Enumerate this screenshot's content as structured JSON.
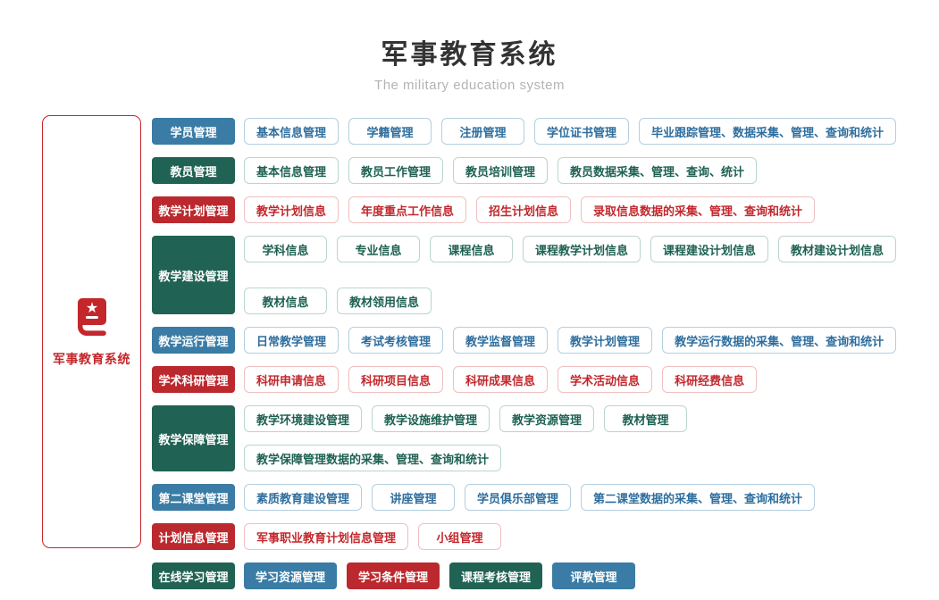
{
  "header": {
    "title": "军事教育系统",
    "subtitle": "The military education system"
  },
  "sidebar": {
    "label": "军事教育系统",
    "icon": "book-star-icon"
  },
  "colors": {
    "blue": "#3a7ca5",
    "green": "#206253",
    "red": "#bb292e",
    "accent_red": "#c3272b"
  },
  "rows": [
    {
      "category": "学员管理",
      "theme": "blue",
      "items": [
        "基本信息管理",
        "学籍管理",
        "注册管理",
        "学位证书管理",
        "毕业跟踪管理、数据采集、管理、查询和统计"
      ]
    },
    {
      "category": "教员管理",
      "theme": "green",
      "items": [
        "基本信息管理",
        "教员工作管理",
        "教员培训管理",
        "教员数据采集、管理、查询、统计"
      ]
    },
    {
      "category": "教学计划管理",
      "theme": "red",
      "items": [
        "教学计划信息",
        "年度重点工作信息",
        "招生计划信息",
        "录取信息数据的采集、管理、查询和统计"
      ]
    },
    {
      "category": "教学建设管理",
      "theme": "green",
      "items": [
        "学科信息",
        "专业信息",
        "课程信息",
        "课程教学计划信息",
        "课程建设计划信息",
        "教材建设计划信息",
        "教材信息",
        "教材领用信息"
      ]
    },
    {
      "category": "教学运行管理",
      "theme": "blue",
      "items": [
        "日常教学管理",
        "考试考核管理",
        "教学监督管理",
        "教学计划管理",
        "教学运行数据的采集、管理、查询和统计"
      ]
    },
    {
      "category": "学术科研管理",
      "theme": "red",
      "items": [
        "科研申请信息",
        "科研项目信息",
        "科研成果信息",
        "学术活动信息",
        "科研经费信息"
      ]
    },
    {
      "category": "教学保障管理",
      "theme": "green",
      "items": [
        "教学环境建设管理",
        "教学设施维护管理",
        "教学资源管理",
        "教材管理",
        "教学保障管理数据的采集、管理、查询和统计"
      ]
    },
    {
      "category": "第二课堂管理",
      "theme": "blue",
      "items": [
        "素质教育建设管理",
        "讲座管理",
        "学员俱乐部管理",
        "第二课堂数据的采集、管理、查询和统计"
      ]
    },
    {
      "category": "计划信息管理",
      "theme": "red",
      "items": [
        "军事职业教育计划信息管理",
        "小组管理"
      ]
    },
    {
      "category": "在线学习管理",
      "theme": "green",
      "filled_items": [
        {
          "label": "学习资源管理",
          "theme": "blue"
        },
        {
          "label": "学习条件管理",
          "theme": "red"
        },
        {
          "label": "课程考核管理",
          "theme": "green"
        },
        {
          "label": "评教管理",
          "theme": "blue"
        }
      ]
    }
  ]
}
